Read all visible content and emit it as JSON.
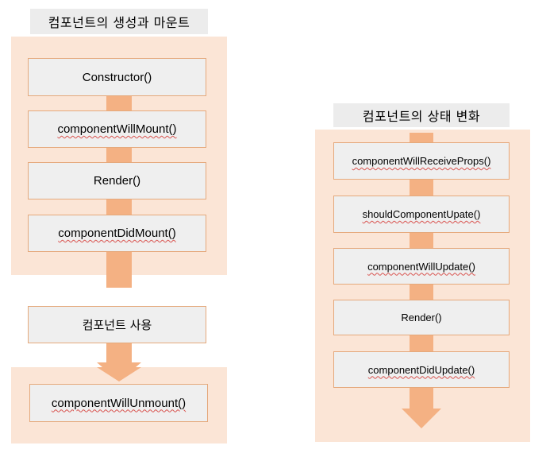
{
  "left": {
    "title": "컴포넌트의 생성과 마운트",
    "mount_steps": [
      "Constructor()",
      "componentWillMount()",
      "Render()",
      "componentDidMount()"
    ],
    "usage": "컴포넌트 사용",
    "unmount": "componentWillUnmount()"
  },
  "right": {
    "title": "컴포넌트의 상태 변화",
    "update_steps": [
      "componentWillReceiveProps()",
      "shouldComponentUpate()",
      "componentWillUpdate()",
      "Render()",
      "componentDidUpdate()"
    ]
  },
  "colors": {
    "panel": "#fbe5d6",
    "arrow": "#f4b183",
    "box": "#efefef",
    "box_border": "#e5a97c",
    "title_bg": "#ececec"
  }
}
